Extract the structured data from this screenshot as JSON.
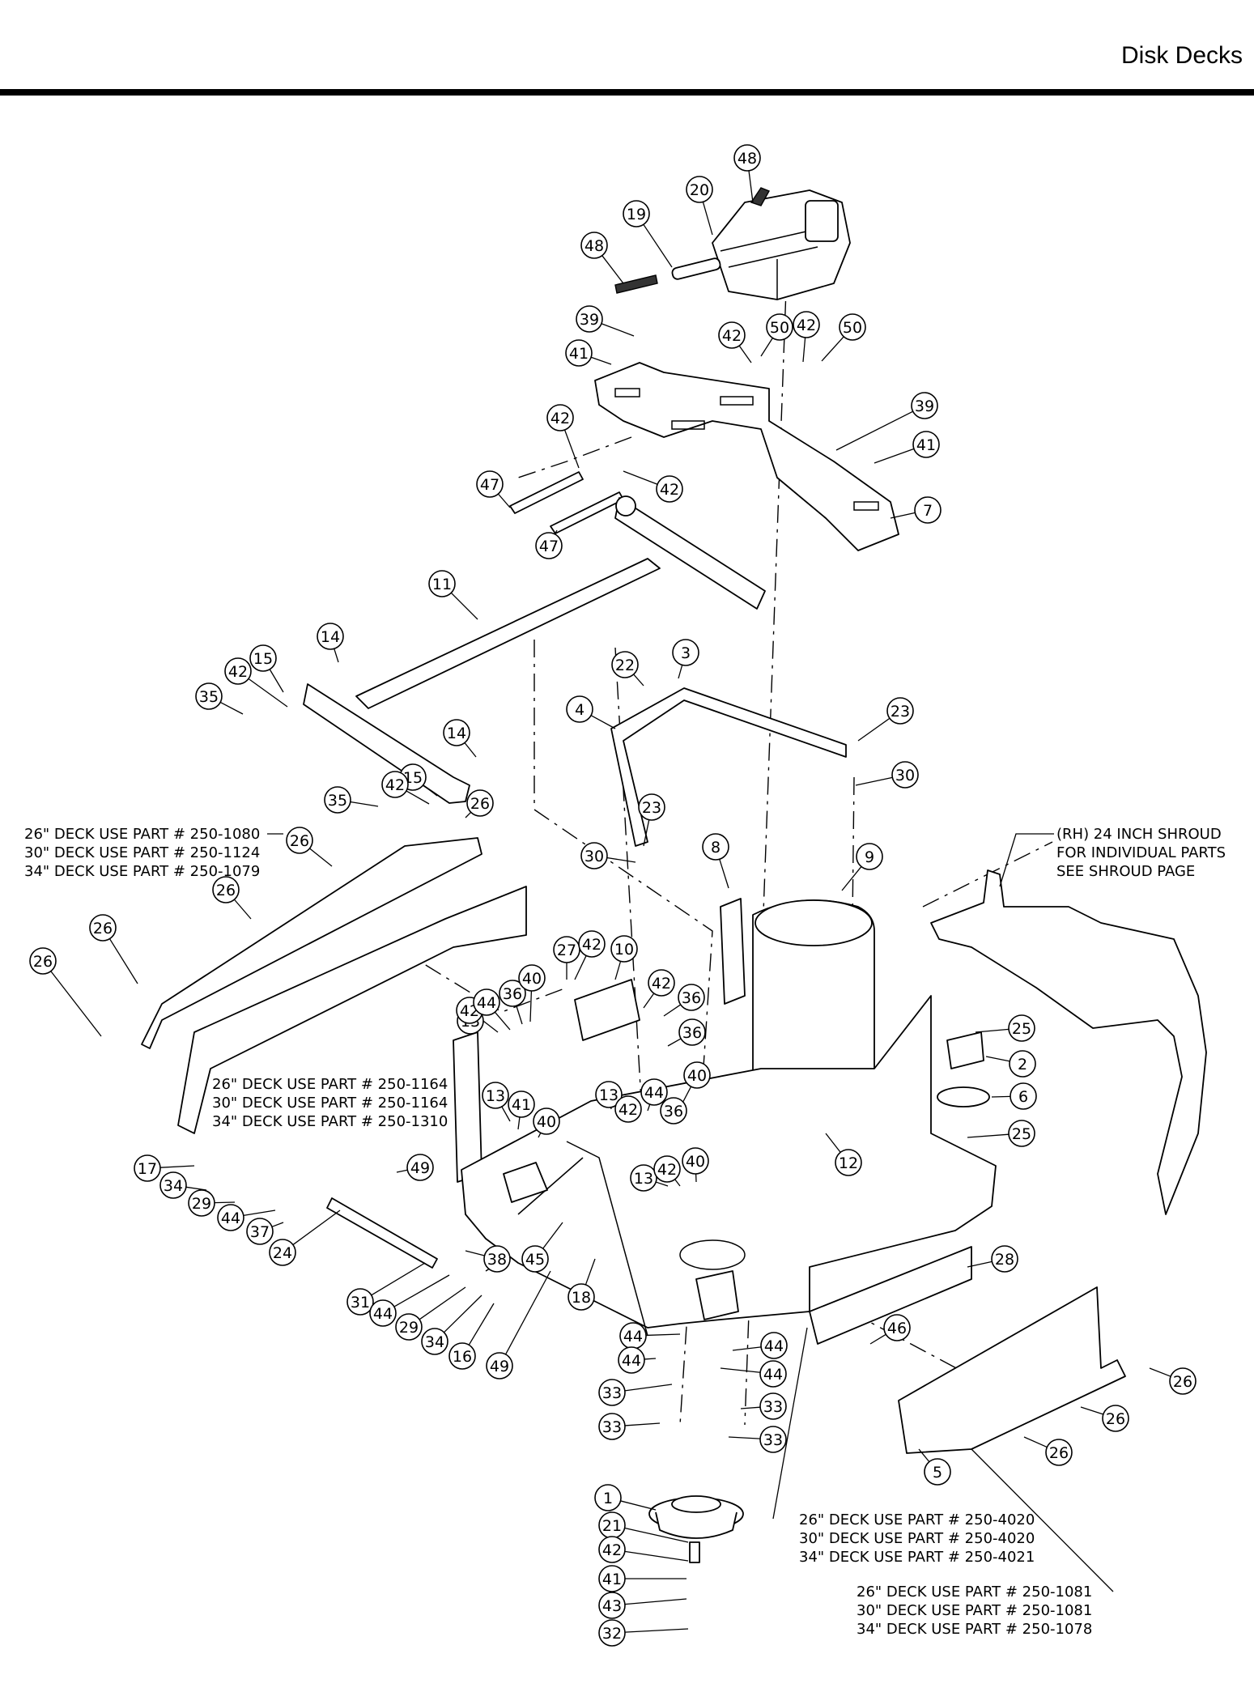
{
  "header": {
    "title": "Disk Decks"
  },
  "callouts": [
    "1",
    "2",
    "3",
    "4",
    "5",
    "6",
    "7",
    "8",
    "9",
    "10",
    "11",
    "12",
    "13",
    "14",
    "15",
    "16",
    "17",
    "18",
    "19",
    "20",
    "21",
    "22",
    "23",
    "24",
    "25",
    "26",
    "27",
    "28",
    "29",
    "30",
    "31",
    "32",
    "33",
    "34",
    "35",
    "36",
    "37",
    "38",
    "39",
    "40",
    "41",
    "42",
    "43",
    "44",
    "45",
    "46",
    "47",
    "48",
    "49",
    "50"
  ],
  "notes": {
    "shroud_rh": [
      "(RH) 24 INCH SHROUD",
      "FOR INDIVIDUAL PARTS",
      "SEE SHROUD PAGE"
    ],
    "part_26": [
      "26\" DECK USE PART # 250-1080",
      "30\" DECK USE PART # 250-1124",
      "34\" DECK USE PART # 250-1079"
    ],
    "part_8": [
      "26\" DECK USE PART # 250-1164",
      "30\" DECK USE PART # 250-1164",
      "34\" DECK USE PART # 250-1310"
    ],
    "part_deck": [
      "26\" DECK USE PART # 250-4020",
      "30\" DECK USE PART # 250-4020",
      "34\" DECK USE PART # 250-4021"
    ],
    "part_5": [
      "26\" DECK USE PART # 250-1081",
      "30\" DECK USE PART # 250-1081",
      "34\" DECK USE PART # 250-1078"
    ]
  }
}
